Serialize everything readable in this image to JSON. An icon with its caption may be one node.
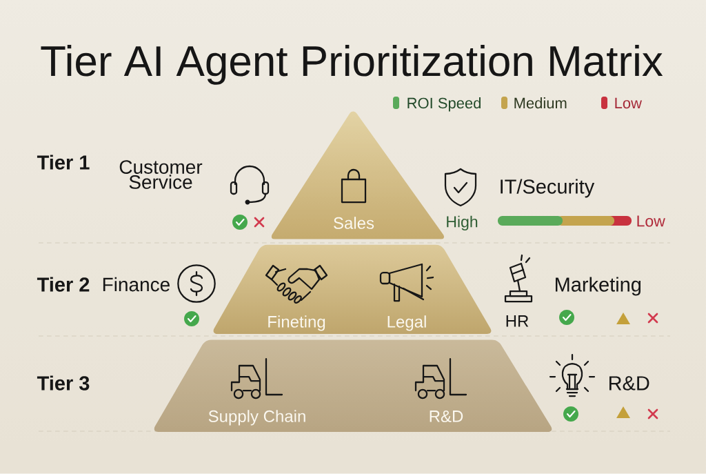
{
  "diagram": {
    "title": "Tier AI Agent Prioritization Matrix",
    "nodes": [
      {
        "text": [
          "Sales"
        ]
      },
      {
        "text": [
          "Fineting",
          "Legal"
        ]
      },
      {
        "text": [
          "Supply Chain",
          "R&D"
        ]
      }
    ],
    "labels": [
      "Tier 1",
      "Customer Service",
      "IT/Security",
      "High",
      "Low",
      "Tier 2",
      "Finance",
      "Marketing",
      "HR",
      "Tier 3",
      "R&D"
    ],
    "legend": [
      {
        "text": "ROI Speed",
        "color": "#5aaa5a"
      },
      {
        "text": "Medium",
        "color": "#c4a44e"
      },
      {
        "text": "Low",
        "color": "#c8323f"
      }
    ]
  }
}
